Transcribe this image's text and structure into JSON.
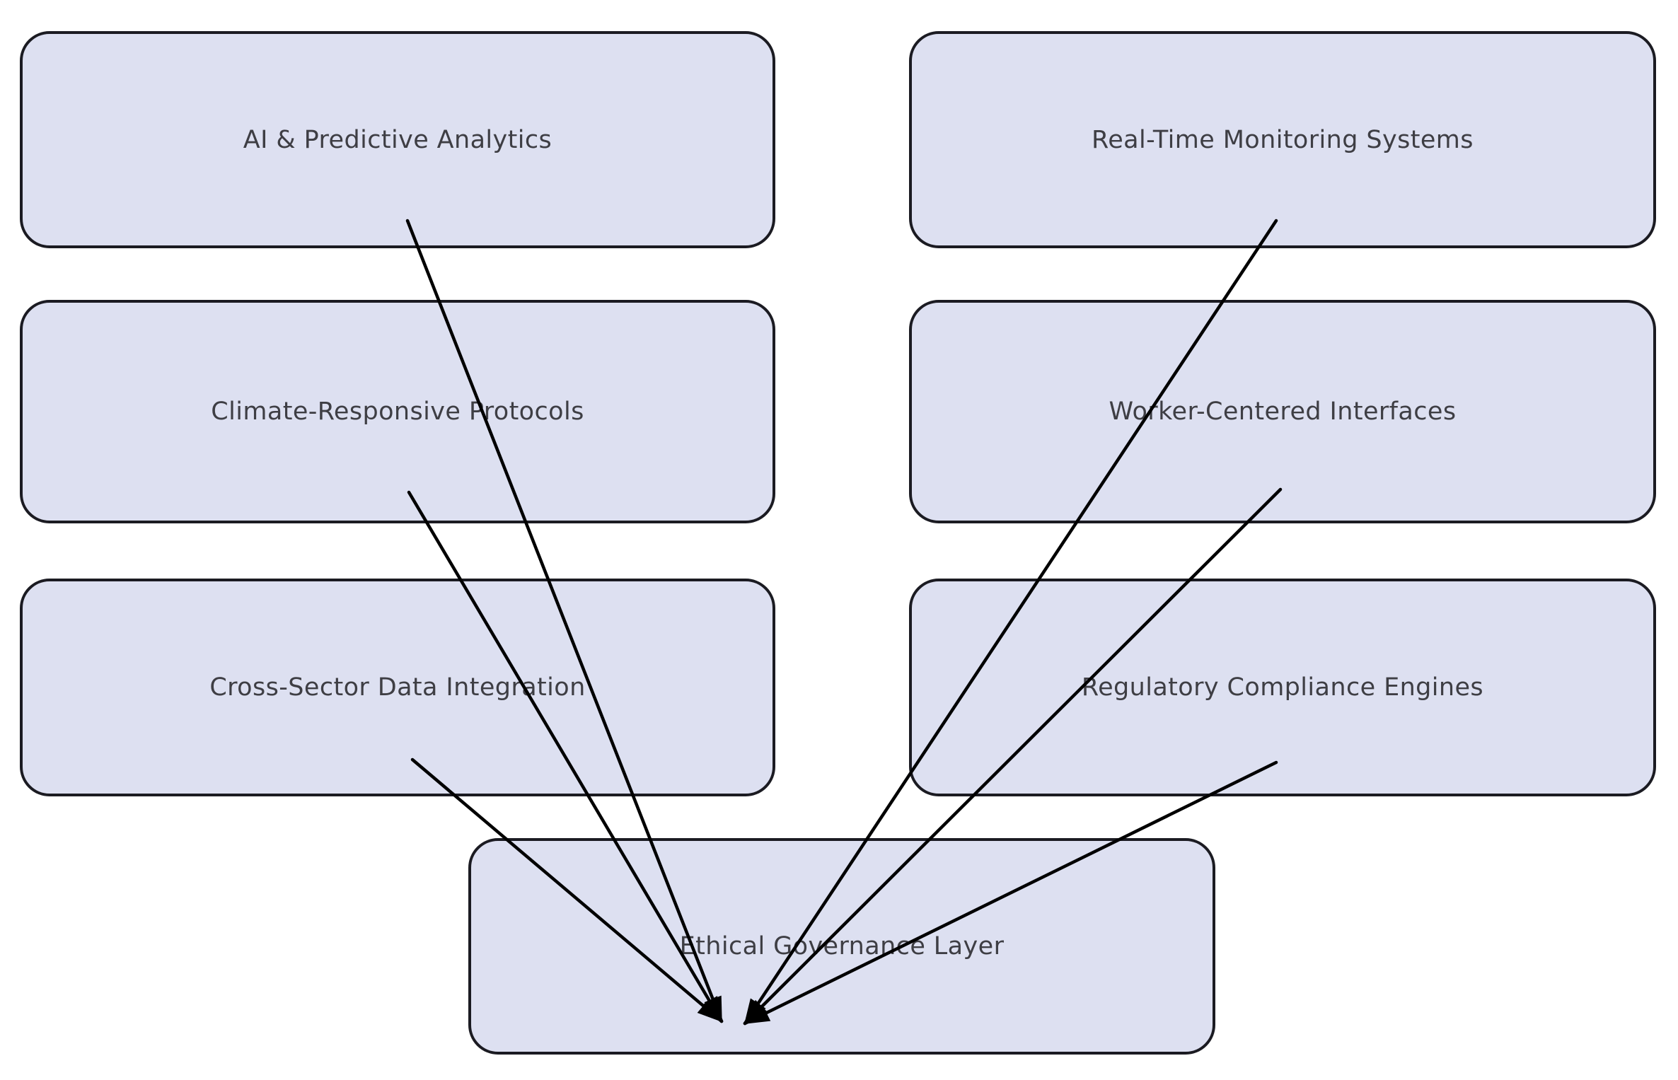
{
  "diagram": {
    "type": "flowchart",
    "nodes": [
      {
        "id": "ai",
        "label": "AI & Predictive Analytics"
      },
      {
        "id": "realtime",
        "label": "Real-Time Monitoring Systems"
      },
      {
        "id": "climate",
        "label": "Climate-Responsive Protocols"
      },
      {
        "id": "worker",
        "label": "Worker-Centered Interfaces"
      },
      {
        "id": "cross",
        "label": "Cross-Sector Data Integration"
      },
      {
        "id": "regulatory",
        "label": "Regulatory Compliance Engines"
      },
      {
        "id": "governance",
        "label": "Ethical Governance Layer"
      }
    ],
    "edges": [
      {
        "from": "ai",
        "to": "governance"
      },
      {
        "from": "climate",
        "to": "governance"
      },
      {
        "from": "cross",
        "to": "governance"
      },
      {
        "from": "realtime",
        "to": "governance"
      },
      {
        "from": "worker",
        "to": "governance"
      },
      {
        "from": "regulatory",
        "to": "governance"
      }
    ],
    "colors": {
      "background": "#ffffff",
      "node_fill": "#dde0f1",
      "node_border": "#1b1b22",
      "label_text": "#3e3e44",
      "arrow": "#000000"
    }
  }
}
